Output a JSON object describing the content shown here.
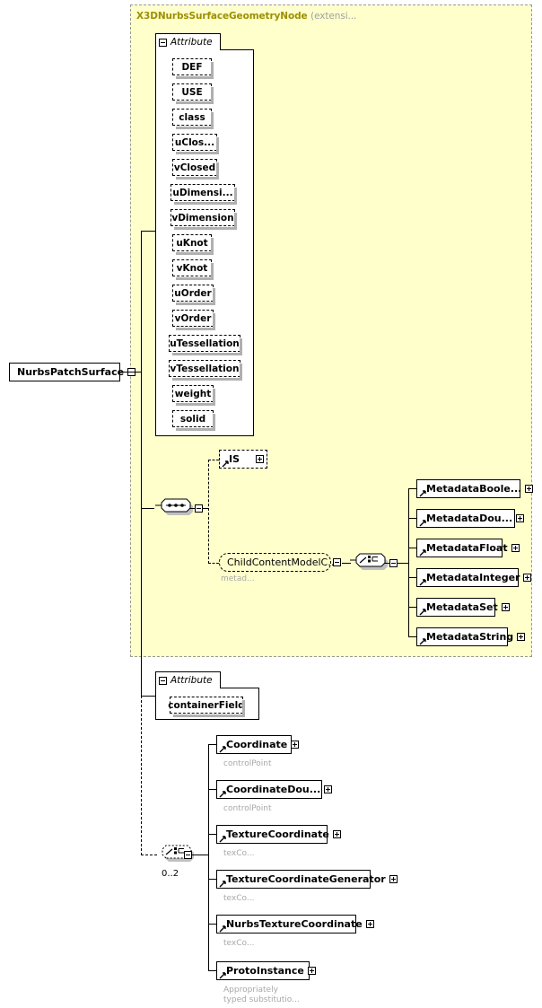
{
  "diagram": {
    "type": "xsd-schema-diagram",
    "root_element": {
      "label": "NurbsPatchSurface",
      "expander": "minus"
    },
    "extension_group": {
      "title": "X3DNurbsSurfaceGeometryNode",
      "title_suffix": "(extensi...",
      "background": "#ffffcc",
      "border": "#999999"
    },
    "attribute_sections": [
      {
        "header": "Attribute",
        "expander": "minus",
        "items": [
          "DEF",
          "USE",
          "class",
          "uClos...",
          "vClosed",
          "uDimensi...",
          "vDimension",
          "uKnot",
          "vKnot",
          "uOrder",
          "vOrder",
          "uTessellation",
          "vTessellation",
          "weight",
          "solid"
        ]
      },
      {
        "header": "Attribute",
        "expander": "minus",
        "items": [
          "containerField"
        ]
      }
    ],
    "sequence_compositor": {
      "kind": "sequence",
      "expander": "minus"
    },
    "is_element": {
      "label": "IS",
      "expander": "plus",
      "optional": true
    },
    "child_content_model": {
      "label": "ChildContentModelC...",
      "expander": "minus",
      "caption": "metad..."
    },
    "metadata_choice": {
      "kind": "choice",
      "expander": "minus"
    },
    "metadata_elements": [
      {
        "label": "MetadataBoole...",
        "expander": "plus"
      },
      {
        "label": "MetadataDou...",
        "expander": "plus"
      },
      {
        "label": "MetadataFloat",
        "expander": "plus"
      },
      {
        "label": "MetadataInteger",
        "expander": "plus"
      },
      {
        "label": "MetadataSet",
        "expander": "plus"
      },
      {
        "label": "MetadataString",
        "expander": "plus"
      }
    ],
    "coordinate_choice": {
      "kind": "choice",
      "expander": "minus",
      "optional": true,
      "multiplicity": "0..2"
    },
    "coordinate_elements": [
      {
        "label": "Coordinate",
        "expander": "plus",
        "caption": "controlPoint"
      },
      {
        "label": "CoordinateDou...",
        "expander": "plus",
        "caption": "controlPoint"
      },
      {
        "label": "TextureCoordinate",
        "expander": "plus",
        "caption": "texCo..."
      },
      {
        "label": "TextureCoordinateGenerator",
        "expander": "plus",
        "caption": "texCo..."
      },
      {
        "label": "NurbsTextureCoordinate",
        "expander": "plus",
        "caption": "texCo..."
      },
      {
        "label": "ProtoInstance",
        "expander": "plus",
        "caption": "Appropriately\ntyped substitutio..."
      }
    ]
  }
}
